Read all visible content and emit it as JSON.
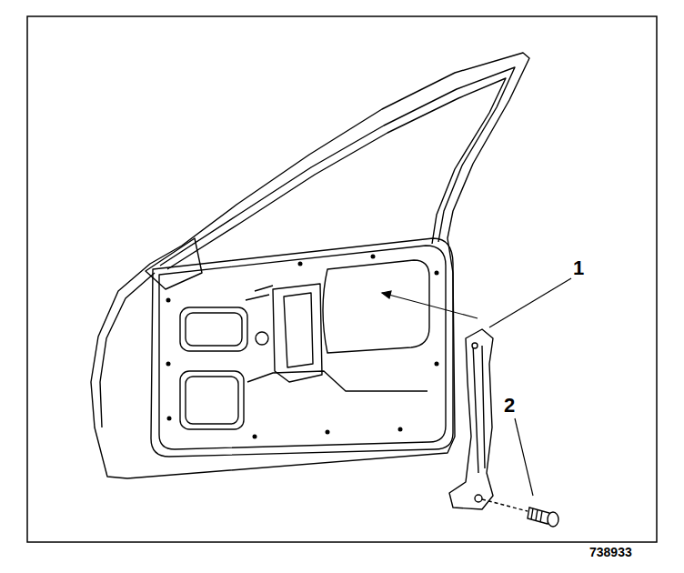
{
  "diagram": {
    "labels": [
      "1",
      "2",
      "738933"
    ]
  }
}
